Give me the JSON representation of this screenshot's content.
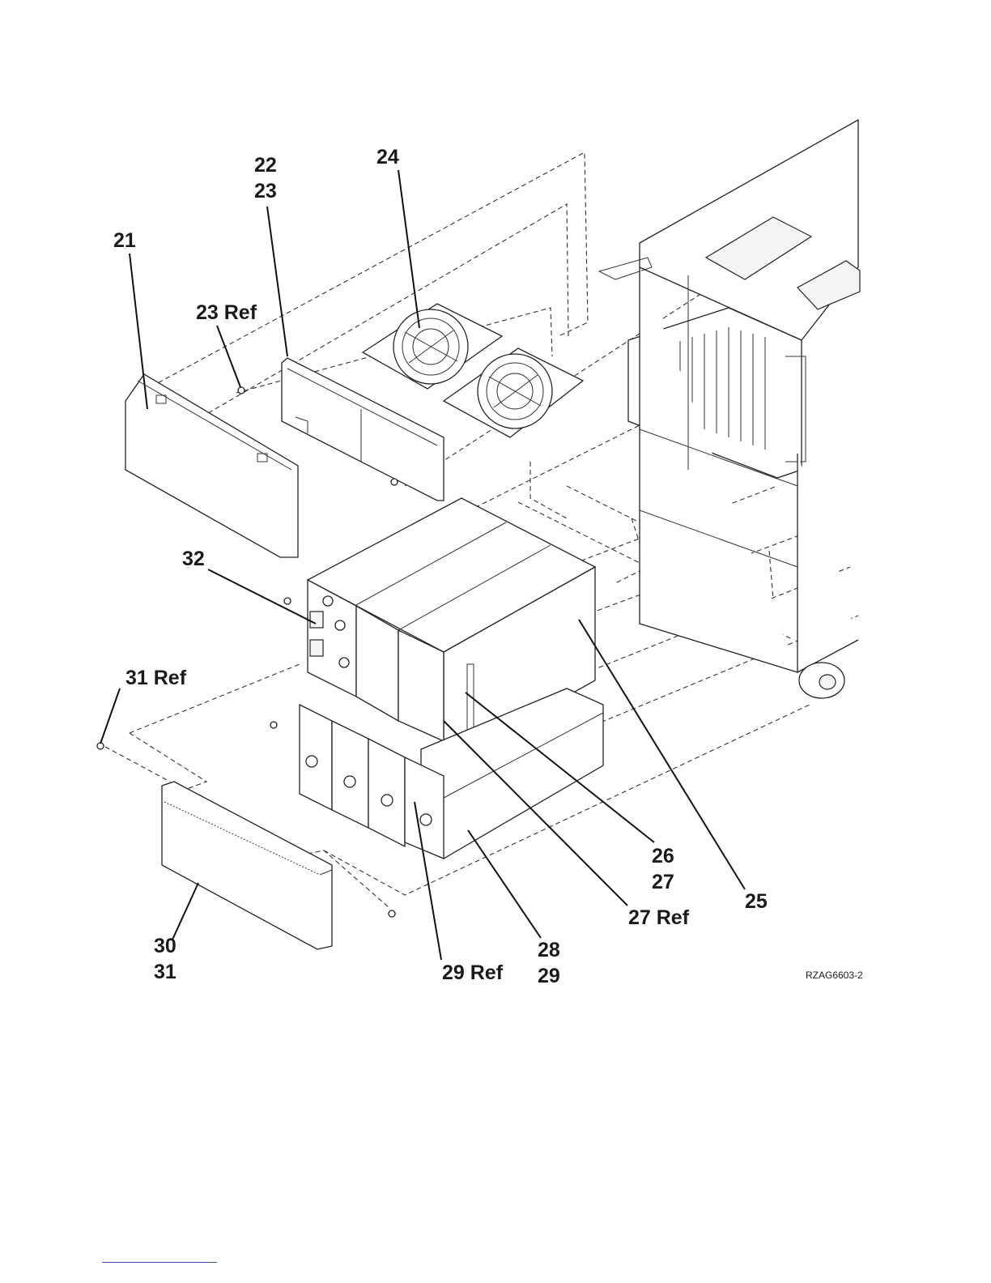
{
  "figure": {
    "figure_id": "RZAG6603-2"
  },
  "callouts": {
    "c21": "21",
    "c22": "22",
    "c23": "23",
    "c23ref": "23 Ref",
    "c24": "24",
    "c25": "25",
    "c26": "26",
    "c27": "27",
    "c27ref": "27 Ref",
    "c28": "28",
    "c29": "29",
    "c29ref": "29 Ref",
    "c30": "30",
    "c31": "31",
    "c31ref": "31 Ref",
    "c32": "32"
  }
}
